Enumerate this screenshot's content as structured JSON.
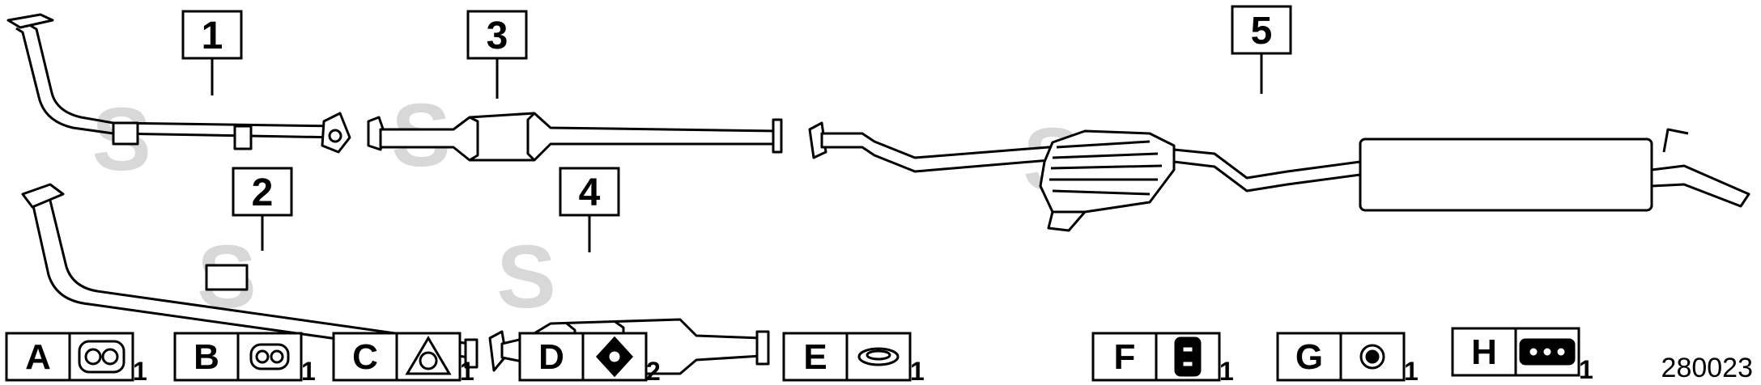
{
  "callouts": [
    {
      "label": "1"
    },
    {
      "label": "2"
    },
    {
      "label": "3"
    },
    {
      "label": "4"
    },
    {
      "label": "5"
    }
  ],
  "parts_legend": [
    {
      "letter": "A",
      "qty": "1",
      "icon": "double-port-gasket-icon"
    },
    {
      "letter": "B",
      "qty": "1",
      "icon": "double-ring-gasket-icon"
    },
    {
      "letter": "C",
      "qty": "1",
      "icon": "triangle-flange-gasket-icon"
    },
    {
      "letter": "D",
      "qty": "2",
      "icon": "diamond-flange-gasket-icon"
    },
    {
      "letter": "E",
      "qty": "1",
      "icon": "ring-seal-icon"
    },
    {
      "letter": "F",
      "qty": "1",
      "icon": "rubber-hanger-icon"
    },
    {
      "letter": "G",
      "qty": "1",
      "icon": "rubber-ring-icon"
    },
    {
      "letter": "H",
      "qty": "1",
      "icon": "triple-hole-mount-icon"
    }
  ],
  "document_number": "280023",
  "watermark": "S"
}
